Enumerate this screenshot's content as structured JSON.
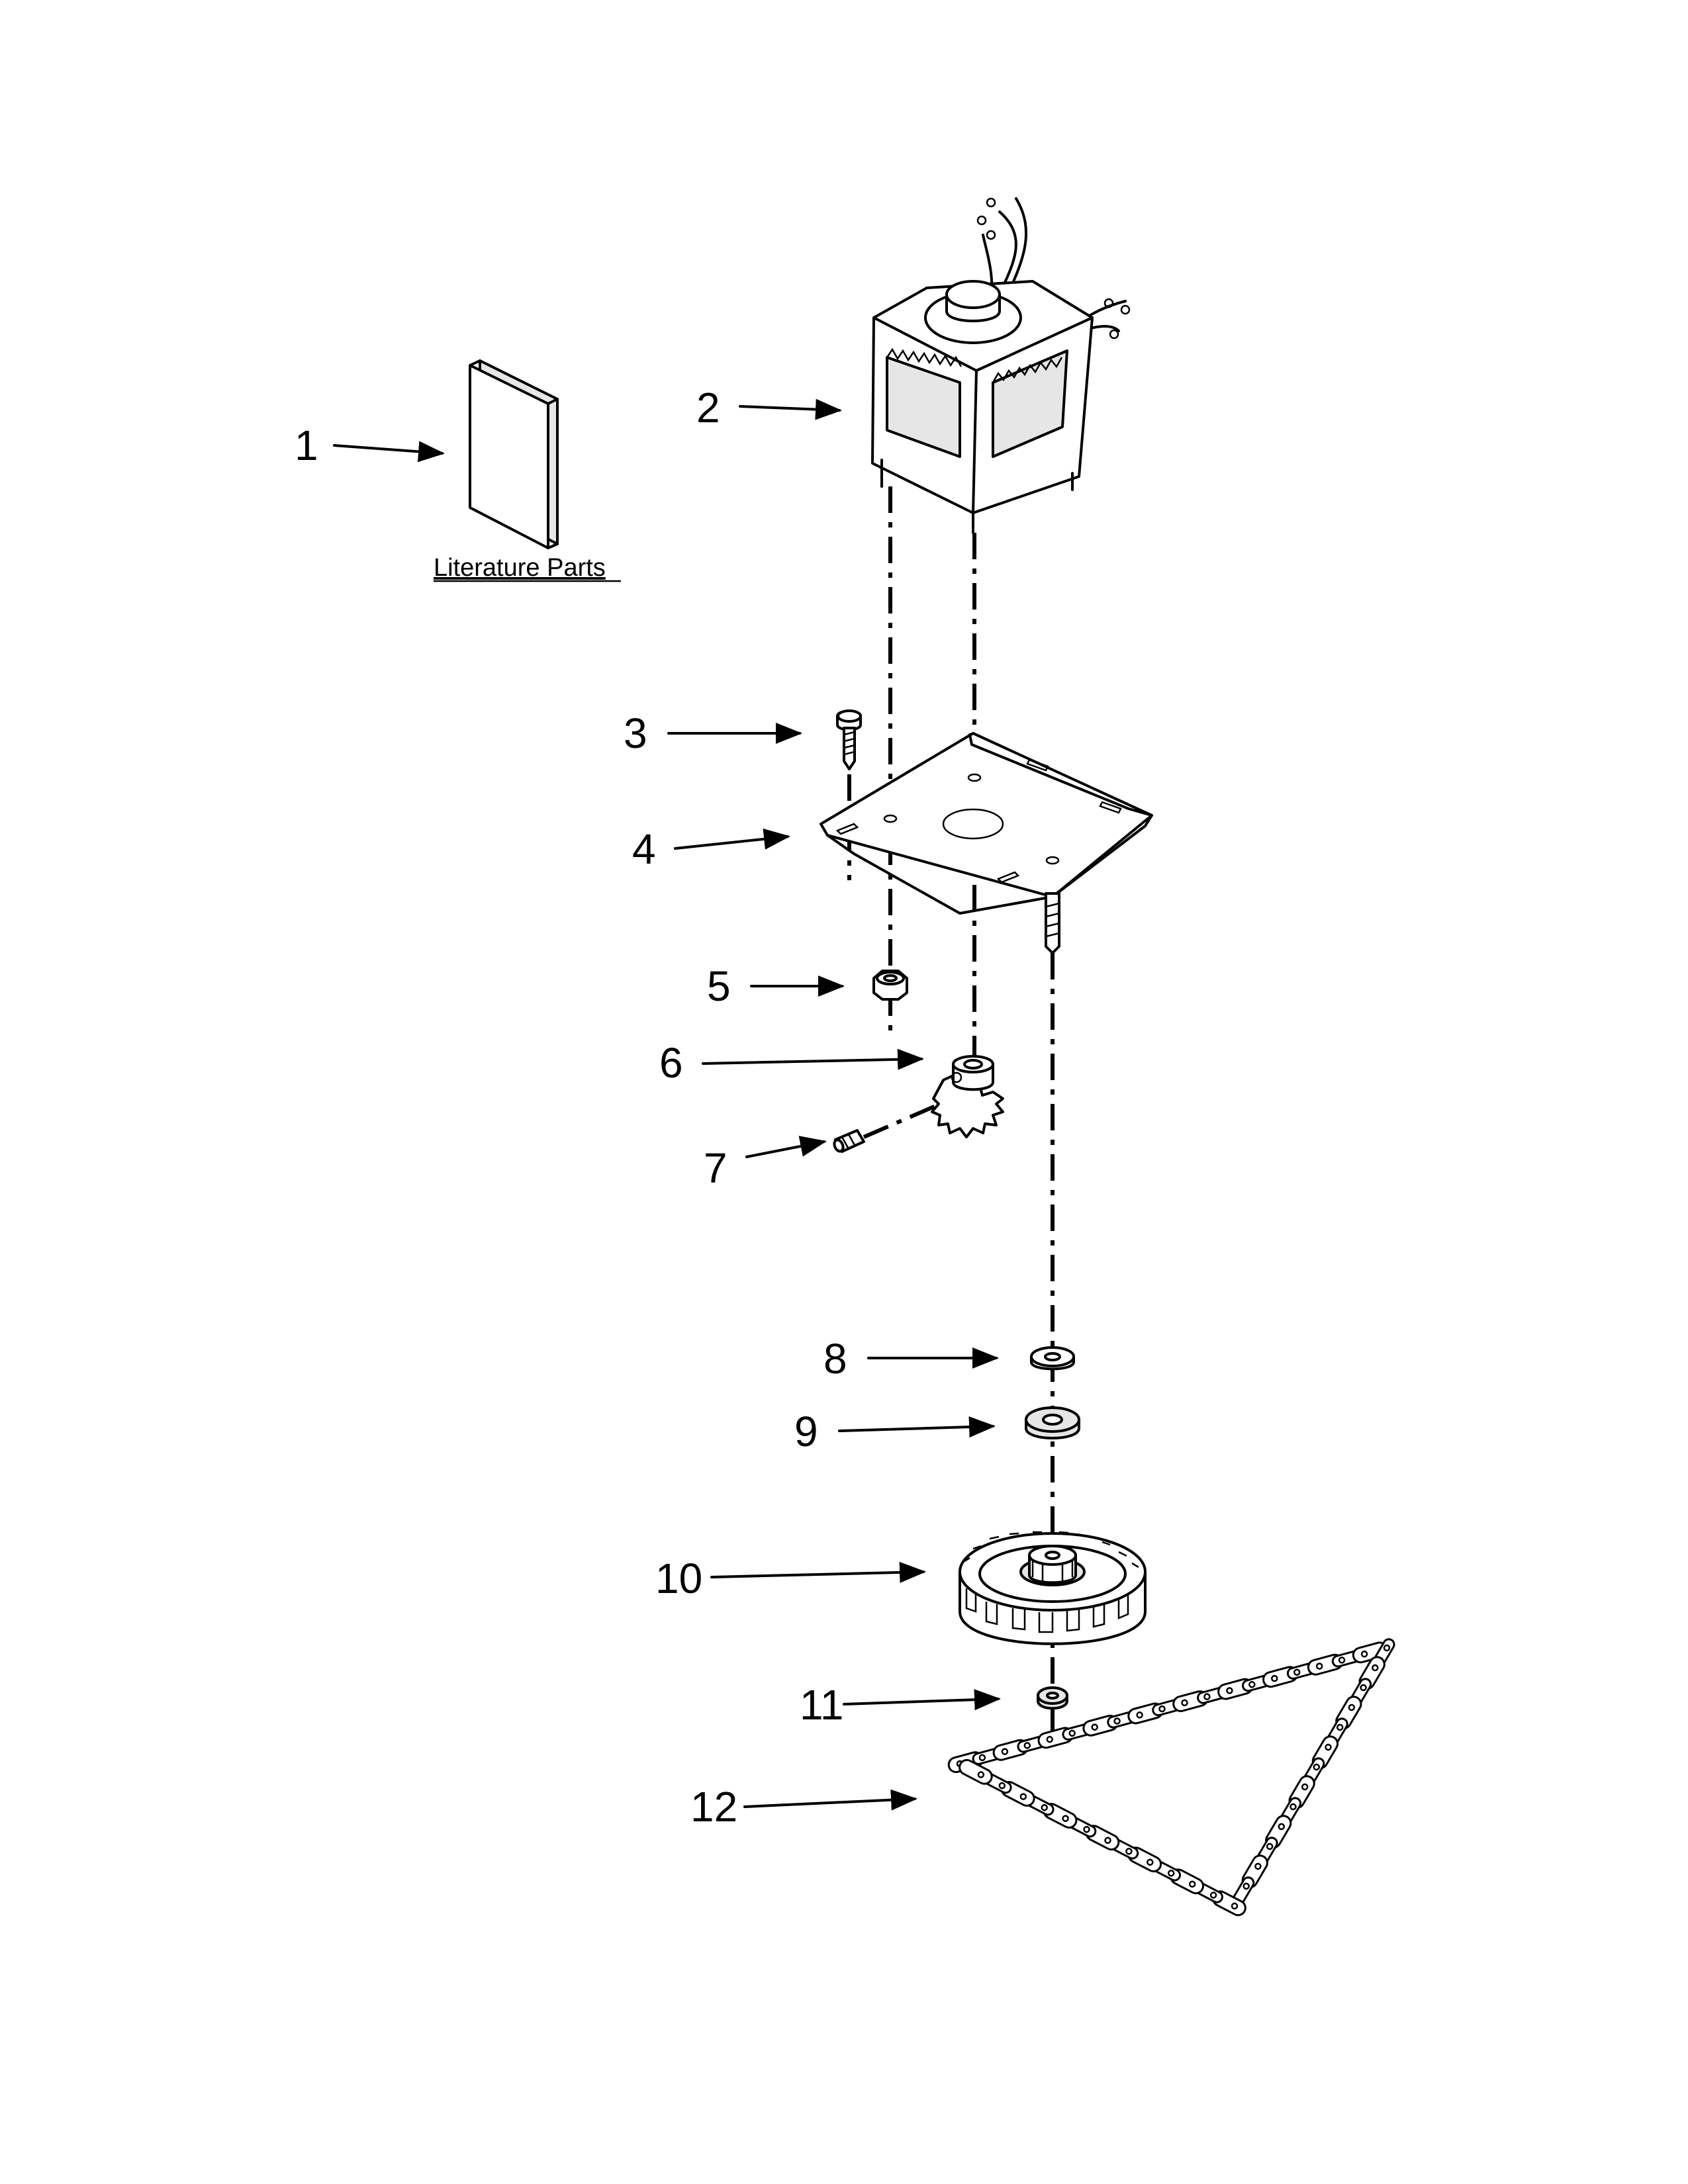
{
  "literature_label": "Literature Parts",
  "callouts": [
    "1",
    "2",
    "3",
    "4",
    "5",
    "6",
    "7",
    "8",
    "9",
    "10",
    "11",
    "12"
  ],
  "parts": [
    "literature-booklet",
    "motor",
    "screw",
    "motor-mounting-plate",
    "nut",
    "drive-pinion-gear",
    "set-screw",
    "washer",
    "spacer-washer",
    "driven-gear",
    "retaining-ring",
    "drive-chain"
  ]
}
